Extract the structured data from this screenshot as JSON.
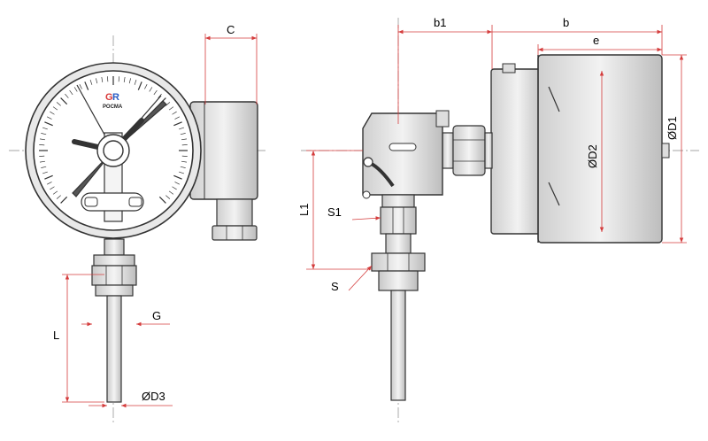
{
  "brand": {
    "mark": "GR",
    "name": "РОСМА",
    "mark_color": "#d93a3a",
    "mark_color_2": "#2a5cc4"
  },
  "colors": {
    "dimension_line": "#d43c3c",
    "outline": "#333333",
    "body_fill": "#e6e6e6",
    "face_fill": "#ffffff"
  },
  "labels": {
    "C": "C",
    "L": "L",
    "G": "G",
    "D3": "ØD3",
    "b1": "b1",
    "b": "b",
    "e": "e",
    "D2": "ØD2",
    "D1": "ØD1",
    "L1": "L1",
    "S1": "S1",
    "S": "S"
  }
}
